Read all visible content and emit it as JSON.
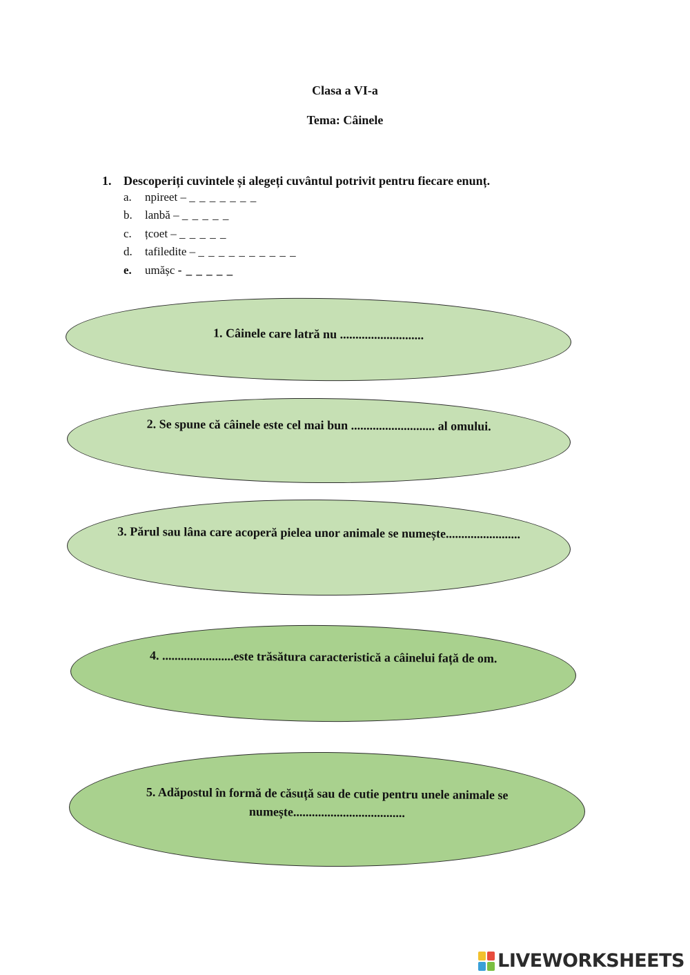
{
  "header": {
    "class_line": "Clasa a VI-a",
    "topic_line": "Tema:  Câinele"
  },
  "exercise": {
    "number": "1.",
    "instruction": "Descoperiți cuvintele și alegeți cuvântul potrivit pentru fiecare enunț.",
    "items": [
      {
        "letter": "a.",
        "text": "npireet – ",
        "blanks": "_ _ _ _ _ _ _"
      },
      {
        "letter": "b.",
        "text": "lanbă – ",
        "blanks": "_ _ _ _ _"
      },
      {
        "letter": "c.",
        "text": "țcoet – ",
        "blanks": "_ _ _ _ _"
      },
      {
        "letter": "d.",
        "text": "tafiledite – ",
        "blanks": "_ _ _ _ _ _ _ _ _ _"
      },
      {
        "letter": "e.",
        "text": "umășc ",
        "blanks": "- _ _ _ _ _"
      }
    ]
  },
  "ovals": [
    {
      "text": "1.   Câinele care latră nu ..........................."
    },
    {
      "text": "2. Se spune că câinele este cel mai bun ........................... al omului."
    },
    {
      "text": "3. Părul sau lâna care acoperă pielea unor animale se numește........................"
    },
    {
      "text": "4. .......................este trăsătura caracteristică a câinelui față de om."
    },
    {
      "text": "5. Adăpostul în formă de căsuță sau de cutie pentru unele animale se numește...................................."
    }
  ],
  "colors": {
    "oval_light_green": "#c6e0b4",
    "oval_medium_green": "#a9d18e",
    "logo_colors": [
      "#f2c12e",
      "#e84c3d",
      "#3aa0d8",
      "#7cbf42"
    ]
  },
  "brand": {
    "name": "LIVEWORKSHEETS",
    "logo_icon": "liveworksheets-logo-icon"
  }
}
